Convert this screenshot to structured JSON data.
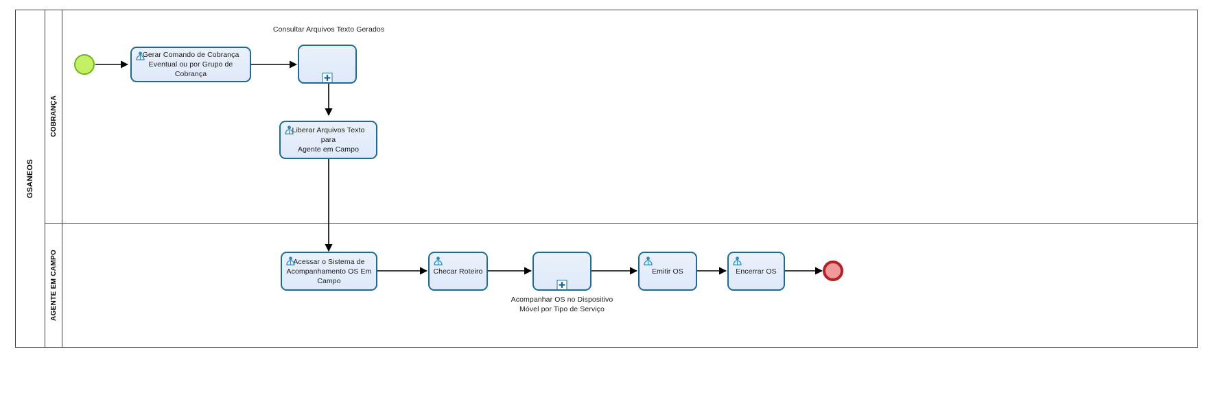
{
  "diagram": {
    "type": "bpmn",
    "pool": {
      "name": "GSANEOS"
    },
    "lanes": [
      {
        "id": "cobranca",
        "name": "COBRANÇA"
      },
      {
        "id": "agente",
        "name": "AGENTE EM CAMPO"
      }
    ],
    "events": [
      {
        "id": "start",
        "kind": "start-event",
        "lane": "cobranca",
        "fill": "#c3f065",
        "stroke": "#6db814",
        "label": ""
      },
      {
        "id": "end",
        "kind": "end-event",
        "lane": "agente",
        "fill": "#ef9a9a",
        "stroke": "#b52025",
        "label": ""
      }
    ],
    "tasks": [
      {
        "id": "t1",
        "kind": "user-task",
        "lane": "cobranca",
        "label": "Gerar Comando de Cobrança\nEventual ou por Grupo de Cobrança"
      },
      {
        "id": "t2",
        "kind": "user-task",
        "lane": "cobranca",
        "label": "Liberar Arquivos Texto para\nAgente em Campo"
      },
      {
        "id": "t3",
        "kind": "user-task",
        "lane": "agente",
        "label": "Acessar o Sistema de\nAcompanhamento OS Em\nCampo"
      },
      {
        "id": "t4",
        "kind": "user-task",
        "lane": "agente",
        "label": "Checar Roteiro"
      },
      {
        "id": "t5",
        "kind": "user-task",
        "lane": "agente",
        "label": "Emitir OS"
      },
      {
        "id": "t6",
        "kind": "user-task",
        "lane": "agente",
        "label": "Encerrar OS"
      }
    ],
    "subprocesses": [
      {
        "id": "sp1",
        "kind": "collapsed-subprocess",
        "lane": "cobranca",
        "label": "Consultar Arquivos Texto Gerados",
        "label_position": "above"
      },
      {
        "id": "sp2",
        "kind": "collapsed-subprocess",
        "lane": "agente",
        "label": "Acompanhar OS no Dispositivo\nMóvel por Tipo de Serviço",
        "label_position": "below"
      }
    ],
    "colors": {
      "task_fill": "#e4edfb",
      "task_stroke": "#1f6a94",
      "icon": "#2e8bbd",
      "lane_stroke": "#3d3d3d",
      "flow_stroke": "#000000"
    }
  }
}
